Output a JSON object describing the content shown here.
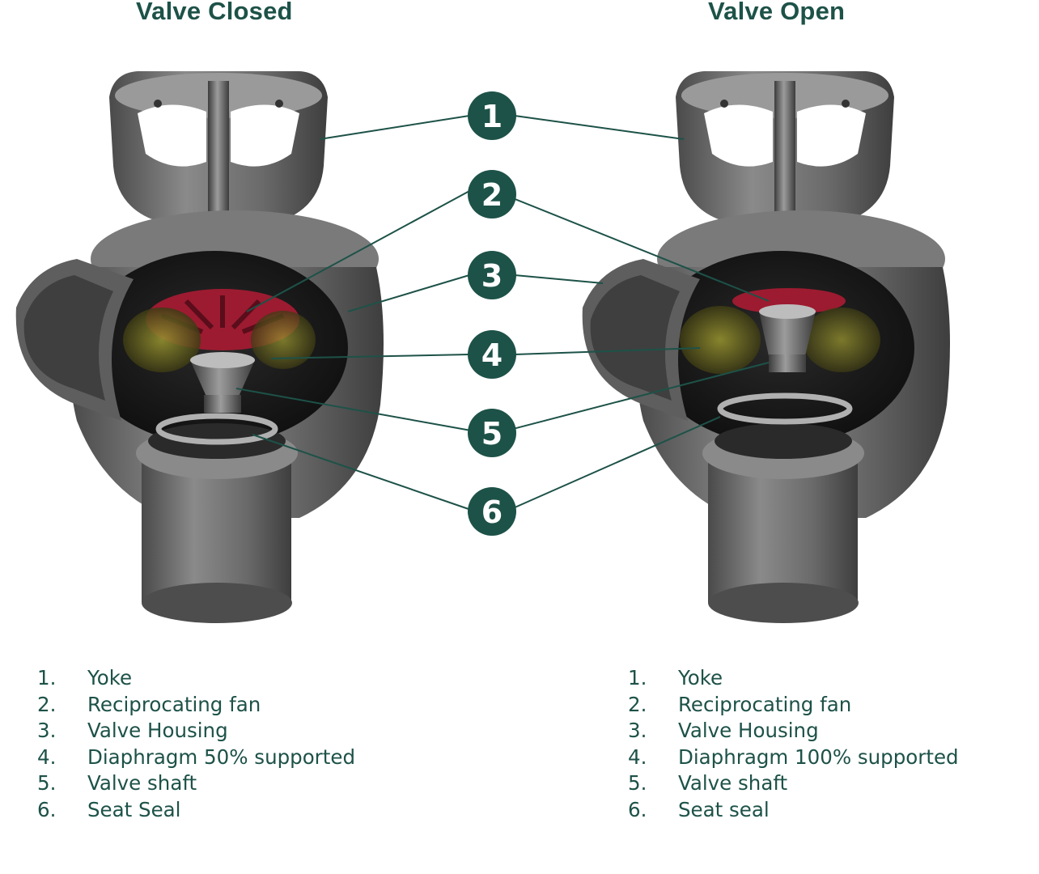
{
  "titles": {
    "left": "Valve Closed",
    "right": "Valve Open"
  },
  "colors": {
    "brand_green": "#1d5248",
    "valve_gray": "#6c6c6c",
    "fan_red": "#9c1b30",
    "diaphragm_yellow": "#7d7a22"
  },
  "markers": [
    "1",
    "2",
    "3",
    "4",
    "5",
    "6"
  ],
  "legend_left": [
    {
      "num": "1.",
      "label": "Yoke"
    },
    {
      "num": "2.",
      "label": "Reciprocating fan"
    },
    {
      "num": "3.",
      "label": "Valve Housing"
    },
    {
      "num": "4.",
      "label": "Diaphragm 50% supported"
    },
    {
      "num": "5.",
      "label": "Valve shaft"
    },
    {
      "num": "6.",
      "label": "Seat Seal"
    }
  ],
  "legend_right": [
    {
      "num": "1.",
      "label": "Yoke"
    },
    {
      "num": "2.",
      "label": "Reciprocating fan"
    },
    {
      "num": "3.",
      "label": "Valve Housing"
    },
    {
      "num": "4.",
      "label": "Diaphragm 100% supported"
    },
    {
      "num": "5.",
      "label": "Valve shaft"
    },
    {
      "num": "6.",
      "label": "Seat seal"
    }
  ]
}
